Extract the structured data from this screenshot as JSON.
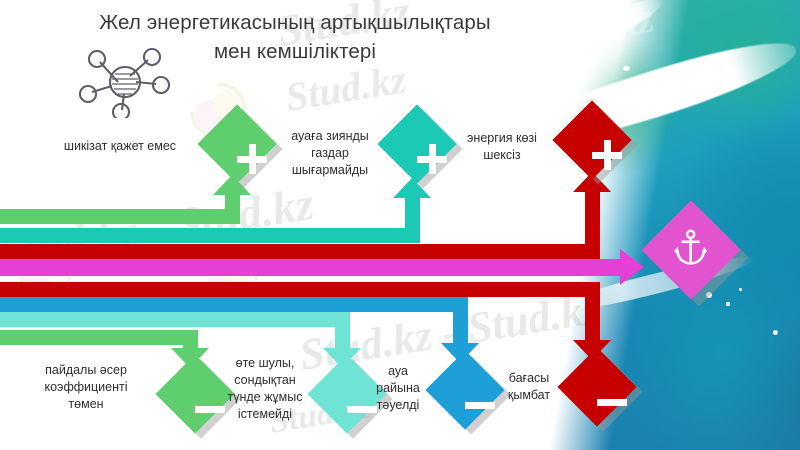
{
  "meta": {
    "title_line1": "Жел энергетикасының артықшылықтары",
    "title_line2": "мен кемшіліктері",
    "watermark_text": "Stud.kz",
    "watermark_text_long": "Stud.kz - Stud.kz"
  },
  "icons": {
    "molecule": "molecule-icon",
    "anchor": "anchor-icon",
    "plus": "plus-icon",
    "minus": "minus-icon"
  },
  "colors": {
    "green": "#5fce6e",
    "teal": "#1cc9b4",
    "red": "#c60000",
    "magenta": "#e63fd6",
    "blue": "#1e9fd8",
    "aqua": "#6fe3d4",
    "orchid": "#e254cf",
    "title": "#3a3a3a",
    "label": "#2e2e2e",
    "watercolor_teal": "#1e9fbe",
    "watercolor_green": "#2fb6a0"
  },
  "advantages": [
    {
      "id": "adv-1",
      "label": "шикізат қажет емес",
      "symbol": "+",
      "color": "#5fce6e",
      "icon": "plus-icon"
    },
    {
      "id": "adv-2",
      "label": "ауаға зиянды\nгаздар\nшығармайды",
      "symbol": "+",
      "color": "#1cc9b4",
      "icon": "plus-icon"
    },
    {
      "id": "adv-3",
      "label": "энергия көзі\nшексіз",
      "symbol": "+",
      "color": "#c60000",
      "icon": "plus-icon"
    }
  ],
  "disadvantages": [
    {
      "id": "dis-1",
      "label": "пайдалы әсер\nкоэффициенті\nтөмен",
      "symbol": "−",
      "color": "#5fce6e",
      "icon": "minus-icon"
    },
    {
      "id": "dis-2",
      "label": "өте   шулы,\nсондықтан\nтүнде жұмыс\nістемейді",
      "symbol": "−",
      "color": "#6fe3d4",
      "icon": "minus-icon"
    },
    {
      "id": "dis-3",
      "label": "ауа\nрайына\nтәуелді",
      "symbol": "−",
      "color": "#1e9fd8",
      "icon": "minus-icon"
    },
    {
      "id": "dis-4",
      "label": "бағасы\nқымбат",
      "symbol": "−",
      "color": "#c60000",
      "icon": "minus-icon"
    }
  ],
  "center_node": {
    "id": "center-anchor",
    "icon": "anchor-icon",
    "color": "#e254cf",
    "label": ""
  },
  "advantage_labels": {
    "l1": "шикізат қажет емес",
    "l2_a": "ауаға зиянды",
    "l2_b": "газдар",
    "l2_c": "шығармайды",
    "l3_a": "энергия көзі",
    "l3_b": "шексіз"
  },
  "disadvantage_labels": {
    "d1_a": "пайдалы әсер",
    "d1_b": "коэффициенті",
    "d1_c": "төмен",
    "d2_a": "өте   шулы,",
    "d2_b": "сондықтан",
    "d2_c": "түнде жұмыс",
    "d2_d": "істемейді",
    "d3_a": "ауа",
    "d3_b": "райына",
    "d3_c": "тәуелді",
    "d4_a": "бағасы",
    "d4_b": "қымбат"
  }
}
